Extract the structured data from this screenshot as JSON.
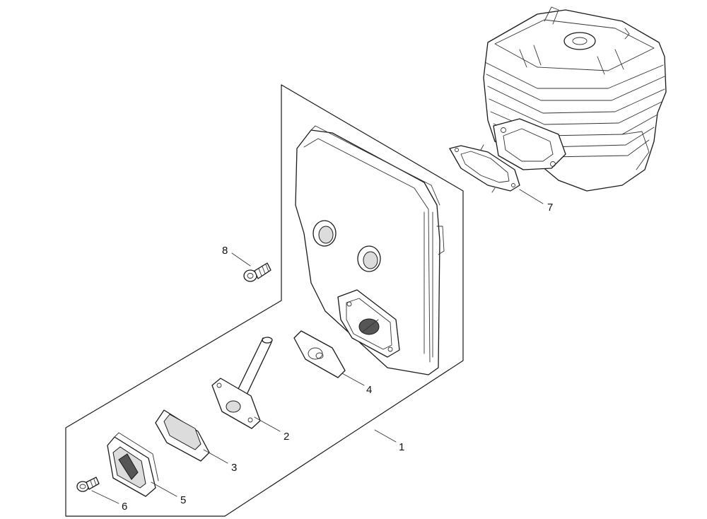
{
  "callouts": [
    {
      "number": "1"
    },
    {
      "number": "2"
    },
    {
      "number": "3"
    },
    {
      "number": "4"
    },
    {
      "number": "5"
    },
    {
      "number": "6"
    },
    {
      "number": "7"
    },
    {
      "number": "8"
    }
  ]
}
